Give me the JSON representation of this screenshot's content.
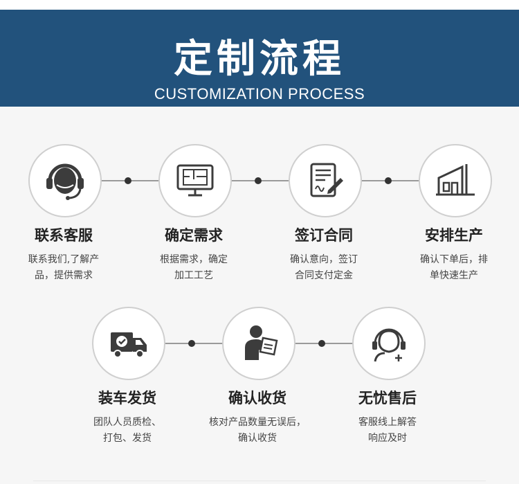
{
  "header": {
    "title": "定制流程",
    "subtitle": "CUSTOMIZATION PROCESS"
  },
  "colors": {
    "header_bg": "#22527c",
    "icon": "#3c3c3c",
    "connector": "#9a9a9a"
  },
  "steps": [
    {
      "icon": "headset-icon",
      "title": "联系客服",
      "desc_line1": "联系我们,了解产",
      "desc_line2": "品，提供需求"
    },
    {
      "icon": "floor-plan-monitor-icon",
      "title": "确定需求",
      "desc_line1": "根据需求，确定",
      "desc_line2": "加工工艺"
    },
    {
      "icon": "contract-sign-icon",
      "title": "签订合同",
      "desc_line1": "确认意向，签订",
      "desc_line2": "合同支付定金"
    },
    {
      "icon": "factory-icon",
      "title": "安排生产",
      "desc_line1": "确认下单后，排",
      "desc_line2": "单快速生产"
    },
    {
      "icon": "delivery-truck-icon",
      "title": "装车发货",
      "desc_line1": "团队人员质检、",
      "desc_line2": "打包、发货"
    },
    {
      "icon": "receive-goods-icon",
      "title": "确认收货",
      "desc_line1": "核对产品数量无误后，",
      "desc_line2": "确认收货"
    },
    {
      "icon": "customer-service-icon",
      "title": "无忧售后",
      "desc_line1": "客服线上解答",
      "desc_line2": "响应及时"
    }
  ]
}
